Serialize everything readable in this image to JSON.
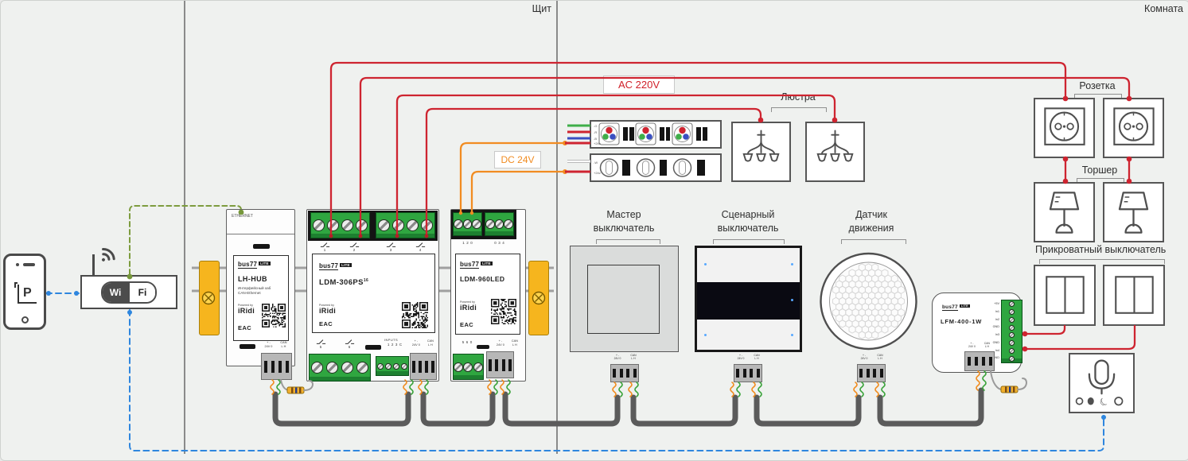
{
  "regions": {
    "panel": "Щит",
    "room": "Комната"
  },
  "power": {
    "ac": "AC 220V",
    "dc": "DC 24V"
  },
  "phone": {
    "logo": "P"
  },
  "router": {
    "wi": "Wi",
    "fi": "Fi"
  },
  "brand": {
    "name": "bus77",
    "badge": "LITE",
    "powered_by": "Powered by",
    "vendor": "iRidi",
    "cert": "ЕАС"
  },
  "hub": {
    "port": "ETHERNET",
    "model": "LH-HUB",
    "desc1": "Интерфейсный хаб",
    "desc2": "CAN-Ethernet"
  },
  "relay_module": {
    "model": "LDM-306PS",
    "model_sup": "16",
    "ch_top": [
      "1",
      "2",
      "3",
      "4"
    ],
    "ch_bottom": [
      "5",
      "6"
    ],
    "inputs_title": "INPUTS",
    "inputs_pins": "1  2  3  C"
  },
  "led_module": {
    "model": "LDM-960LED",
    "pins_top_left": "1  2  0",
    "pins_top_right": "0  3  4",
    "pins_bottom": "5  6  0"
  },
  "lfm": {
    "model": "LFM-400-1W",
    "pins": [
      "+5V",
      "In1",
      "In2",
      "GND",
      "In3",
      "GND",
      "In4",
      "GND"
    ]
  },
  "term": {
    "plus": "+  -",
    "v24": "24V 0",
    "can": "CAN",
    "lh": "L  H"
  },
  "strips": {
    "rgb_pins": [
      "-G",
      "-R",
      "-B",
      "+24v"
    ],
    "white_pins": [
      "-W",
      "+24v"
    ]
  },
  "labels": {
    "chandelier": "Люстра",
    "master1": "Мастер",
    "master2": "выключатель",
    "scenario1": "Сценарный",
    "scenario2": "выключатель",
    "motion1": "Датчик",
    "motion2": "движения",
    "socket": "Розетка",
    "floorlamp": "Торшер",
    "bedside": "Прикроватный выключатель"
  },
  "colors": {
    "wire_ac": "#ce2430",
    "wire_dc": "#f18c21",
    "can_bus": "#5b5b5b",
    "wifi_link": "#2e86de",
    "ethernet_link": "#7d9c3e",
    "terminal_green": "#2fa640",
    "clamp_yellow": "#f6b51e"
  }
}
